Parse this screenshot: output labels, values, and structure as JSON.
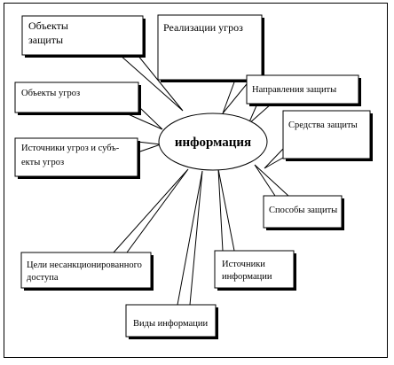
{
  "center": {
    "label": "информация"
  },
  "boxes": [
    {
      "id": "objects-protection",
      "lines": [
        "Объекты",
        "защиты"
      ]
    },
    {
      "id": "threat-realizations",
      "lines": [
        "Реализации угроз"
      ]
    },
    {
      "id": "protection-directions",
      "lines": [
        "Направления защиты"
      ]
    },
    {
      "id": "threat-objects",
      "lines": [
        "Объекты угроз"
      ]
    },
    {
      "id": "protection-means",
      "lines": [
        "Средства защиты"
      ]
    },
    {
      "id": "threat-sources",
      "lines": [
        "Источники угроз и субъ-",
        "екты угроз"
      ]
    },
    {
      "id": "protection-methods",
      "lines": [
        "Способы защиты"
      ]
    },
    {
      "id": "unauthorized-access-goals",
      "lines": [
        "Цели несанкционированного",
        "доступа"
      ]
    },
    {
      "id": "information-sources",
      "lines": [
        "Источники",
        "информации"
      ]
    },
    {
      "id": "information-types",
      "lines": [
        "Виды информации"
      ]
    }
  ]
}
